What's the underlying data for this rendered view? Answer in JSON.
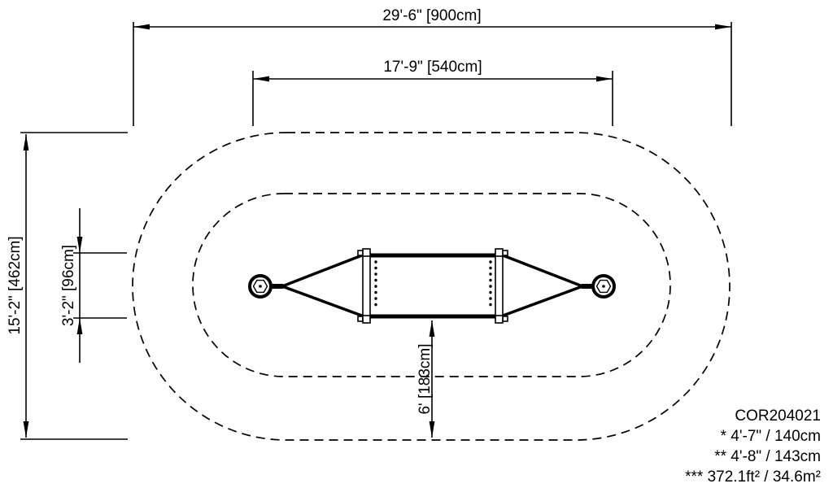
{
  "dimensions": {
    "overall_length": "29'-6\" [900cm]",
    "equipment_length": "17'-9\" [540cm]",
    "overall_width": "15'-2\" [462cm]",
    "net_width": "3'-2\" [96cm]",
    "clearance": "6' [183cm]"
  },
  "product": {
    "code": "COR204021",
    "notes": [
      "* 4'-7\" / 140cm",
      "** 4'-8\" / 143cm",
      "*** 372.1ft² / 34.6m²"
    ]
  },
  "colors": {
    "line": "#000000",
    "background": "#ffffff"
  }
}
